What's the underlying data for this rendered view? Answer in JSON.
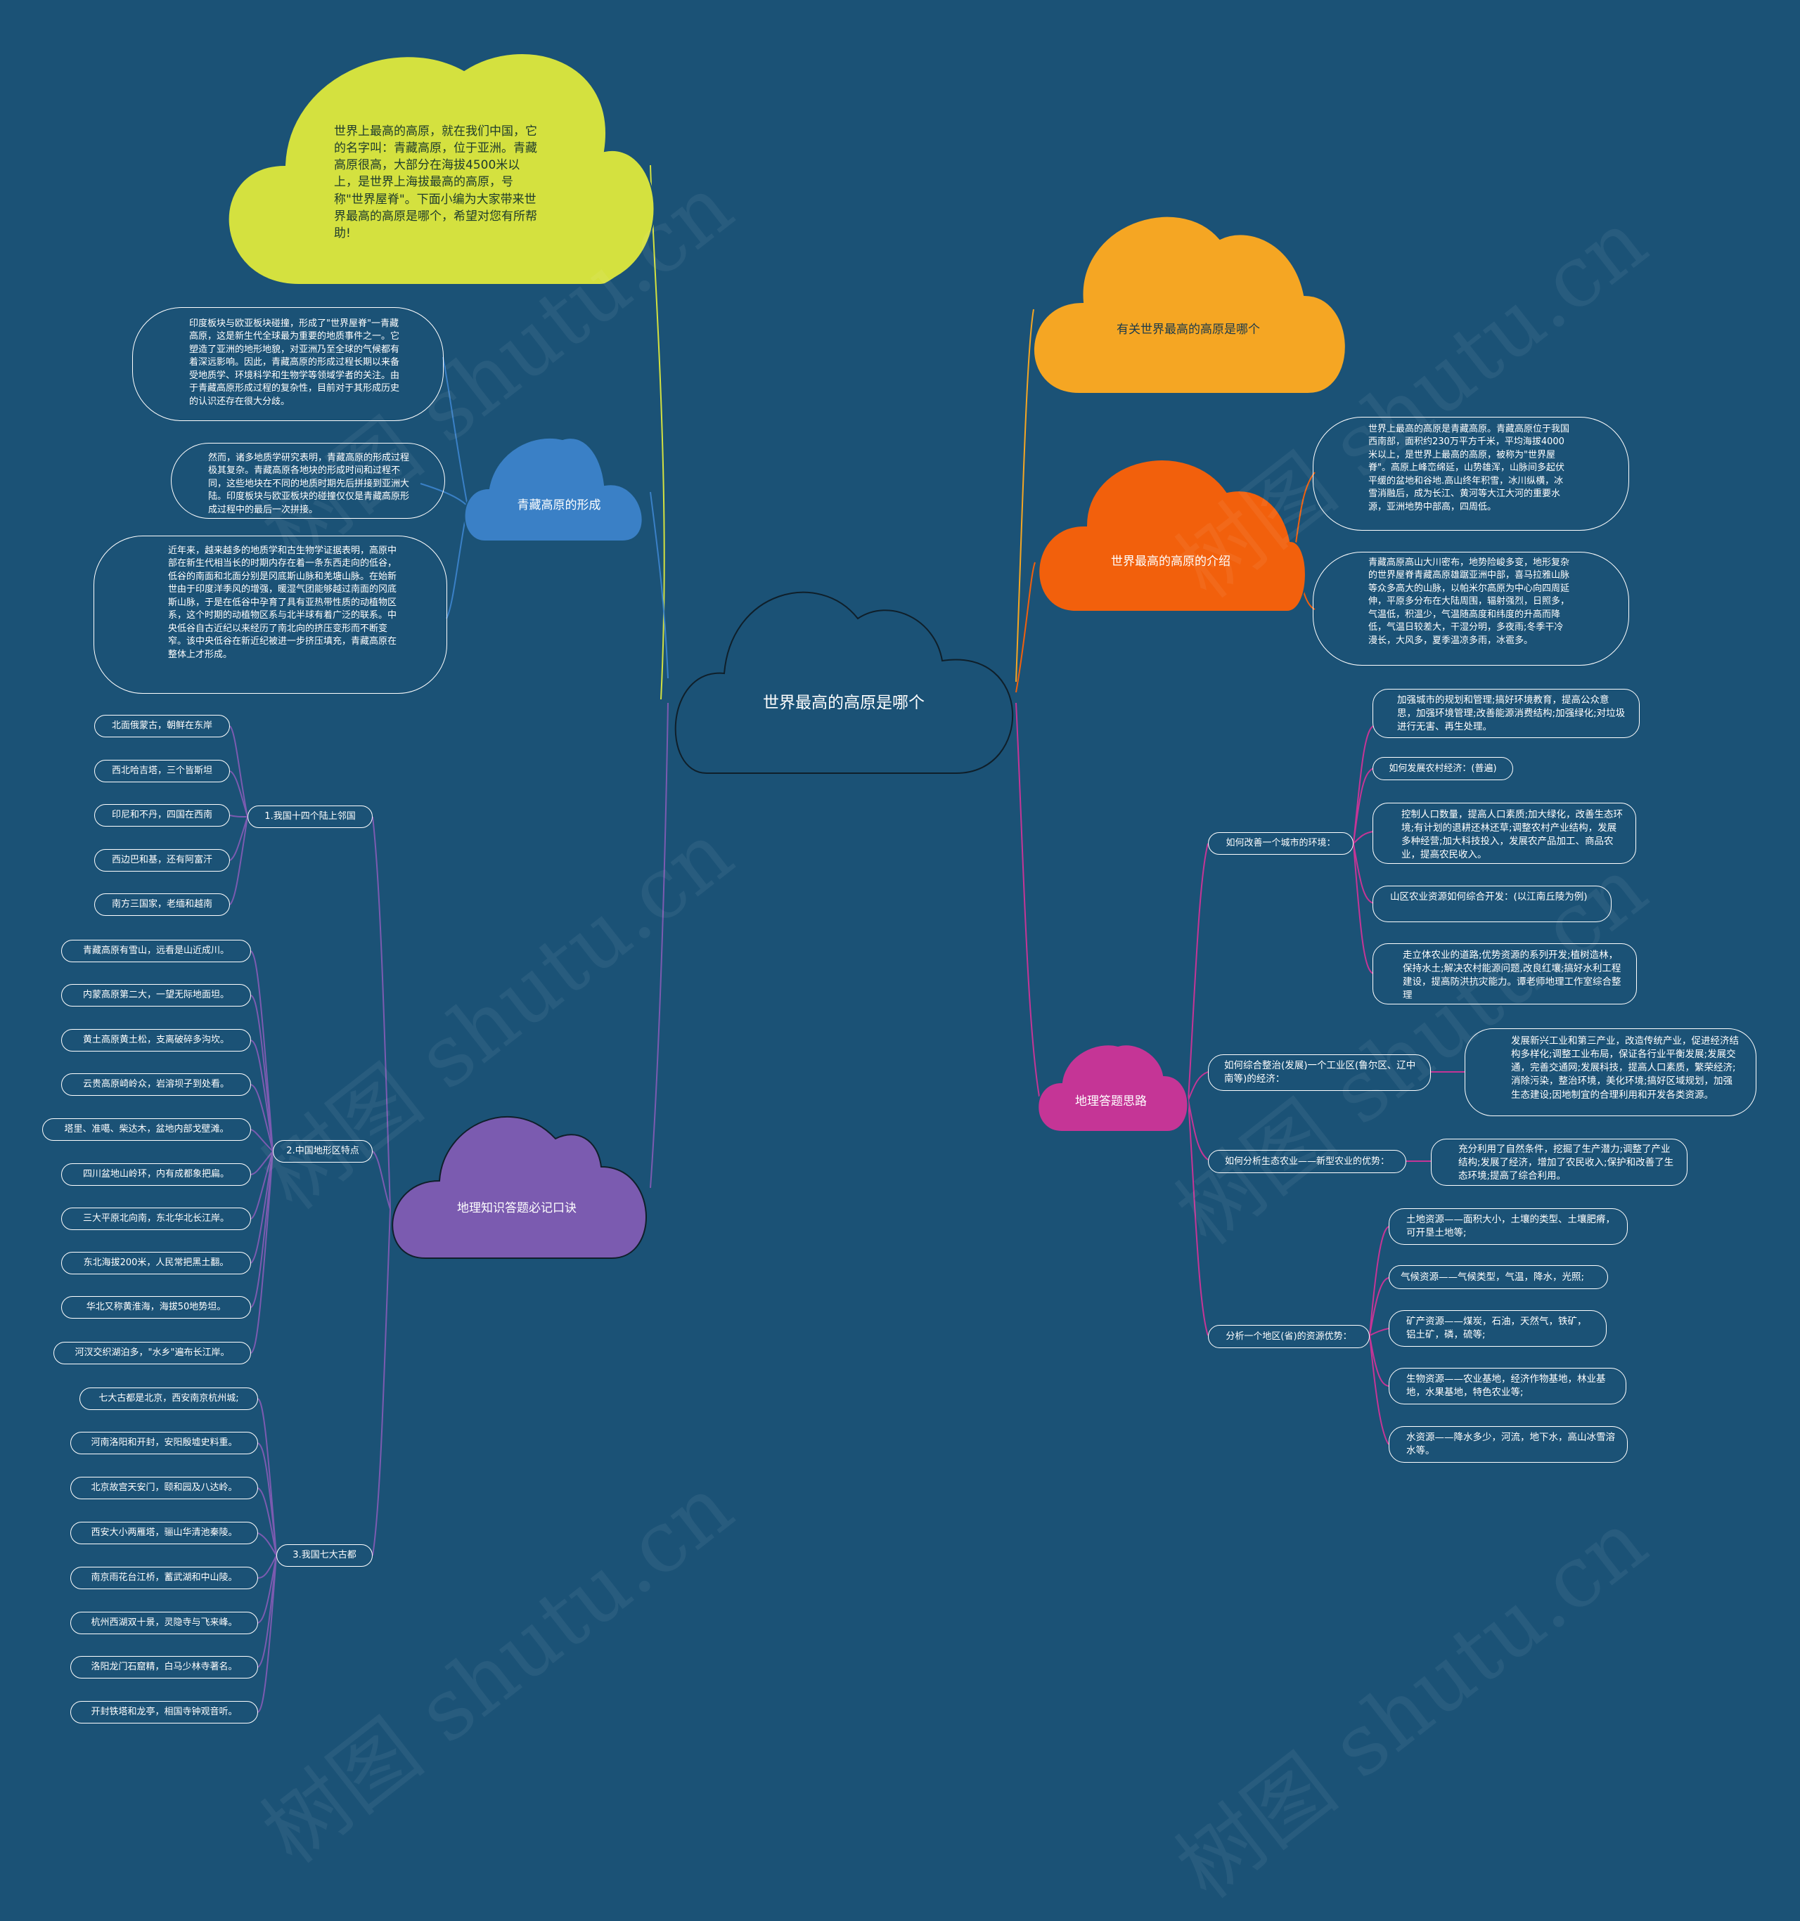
{
  "root": {
    "title": "世界最高的高原是哪个"
  },
  "intro": {
    "text": "世界上最高的高原，就在我们中国，它的名字叫：青藏高原，位于亚洲。青藏高原很高，大部分在海拔4500米以上，是世界上海拔最高的高原，号称\"世界屋脊\"。下面小编为大家带来世界最高的高原是哪个，希望对您有所帮助!"
  },
  "branches": {
    "related": {
      "title": "有关世界最高的高原是哪个"
    },
    "intro_branch": {
      "title": "世界最高的高原的介绍",
      "notes": [
        "世界上最高的高原是青藏高原。青藏高原位于我国西南部，面积约230万平方千米，平均海拔4000米以上，是世界上最高的高原，被称为\"世界屋脊\"。高原上峰峦绵延，山势雄浑，山脉间多起伏平缓的盆地和谷地.高山终年积雪，冰川纵横，冰雪消融后，成为长江、黄河等大江大河的重要水源，亚洲地势中部高，四周低。",
        "青藏高原高山大川密布，地势险峻多变，地形复杂的世界屋脊青藏高原雄踞亚洲中部，喜马拉雅山脉等众多高大的山脉，以帕米尔高原为中心向四周延伸，平原多分布在大陆周围，辐射强烈，日照多，气温低，积温少，气温随高度和纬度的升高而降低，气温日较差大，干湿分明，多夜雨;冬季干冷漫长，大风多，夏季温凉多雨，冰雹多。"
      ]
    },
    "formation": {
      "title": "青藏高原的形成",
      "notes": [
        "印度板块与欧亚板块碰撞，形成了\"世界屋脊\"一青藏高原，这是新生代全球最为重要的地质事件之一。它塑造了亚洲的地形地貌，对亚洲乃至全球的气候都有着深远影响。因此，青藏高原的形成过程长期以来备受地质学、环境科学和生物学等领域学者的关注。由于青藏高原形成过程的复杂性，目前对于其形成历史的认识还存在很大分歧。",
        "然而，诸多地质学研究表明，青藏高原的形成过程极其复杂。青藏高原各地块的形成时间和过程不同，这些地块在不同的地质时期先后拼接到亚洲大陆。印度板块与欧亚板块的碰撞仅仅是青藏高原形成过程中的最后一次拼接。",
        "近年来，越来越多的地质学和古生物学证据表明，高原中部在新生代相当长的时期内存在着一条东西走向的低谷，低谷的南面和北面分别是冈底斯山脉和羌塘山脉。在始新世由于印度洋季风的增强，暖湿气团能够越过南面的冈底斯山脉，于是在低谷中孕育了具有亚热带性质的动植物区系，这个时期的动植物区系与北半球有着广泛的联系。中央低谷自古近纪以来经历了南北向的挤压变形而不断变窄。该中央低谷在新近纪被进一步挤压填充，青藏高原在整体上才形成。"
      ]
    },
    "geo_tips": {
      "title": "地理答题思路",
      "groups": [
        {
          "label": "如何改善一个城市的环境：",
          "items": [
            "加强城市的规划和管理;搞好环境教育，提高公众意思，加强环境管理;改善能源消费结构;加强绿化;对垃圾进行无害、再生处理。",
            "如何发展农村经济：(普遍)",
            "控制人口数量，提高人口素质;加大绿化，改善生态环境;有计划的退耕还林还草;调整农村产业结构，发展多种经营;加大科技投入，发展农产品加工、商品农业，提高农民收入。",
            "山区农业资源如何综合开发：(以江南丘陵为例)",
            "走立体农业的道路;优势资源的系列开发;植树造林，保持水土;解决农村能源问题,改良红壤;搞好水利工程建设，提高防洪抗灾能力。谭老师地理工作室综合整理"
          ]
        },
        {
          "label": "如何综合整治(发展)一个工业区(鲁尔区、辽中南等)的经济：",
          "items": [
            "发展新兴工业和第三产业，改造传统产业，促进经济结构多样化;调整工业布局，保证各行业平衡发展;发展交通，完善交通网;发展科技，提高人口素质，繁荣经济;消除污染，整治环境，美化环境;搞好区域规划，加强生态建设;因地制宜的合理利用和开发各类资源。"
          ]
        },
        {
          "label": "如何分析生态农业——新型农业的优势：",
          "items": [
            "充分利用了自然条件，挖掘了生产潜力;调整了产业结构;发展了经济，增加了农民收入;保护和改善了生态环境;提高了综合利用。"
          ]
        },
        {
          "label": "分析一个地区(省)的资源优势：",
          "items": [
            "土地资源——面积大小，土壤的类型、土壤肥瘠，可开垦土地等;",
            "气候资源——气候类型，气温，降水，光照;",
            "矿产资源——煤炭，石油，天然气，铁矿，铝土矿，磷，硫等;",
            "生物资源——农业基地，经济作物基地，林业基地，水果基地，特色农业等;",
            "水资源——降水多少，河流，地下水，高山冰雪溶水等。"
          ]
        }
      ]
    },
    "mnemonics": {
      "title": "地理知识答题必记口诀",
      "groups": [
        {
          "label": "1.我国十四个陆上邻国",
          "items": [
            "北面俄蒙古，朝鲜在东岸",
            "西北哈吉塔，三个皆斯坦",
            "印尼和不丹，四国在西南",
            "西边巴和基，还有阿富汗",
            "南方三国家，老缅和越南"
          ]
        },
        {
          "label": "2.中国地形区特点",
          "items": [
            "青藏高原有雪山，远看是山近成川。",
            "内蒙高原第二大，一望无际地面坦。",
            "黄土高原黄土松，支离破碎多沟坎。",
            "云贵高原崎岭众，岩溶坝子到处看。",
            "塔里、准噶、柴达木，盆地内部戈壁滩。",
            "四川盆地山岭环，内有成都象把扁。",
            "三大平原北向南，东北华北长江岸。",
            "东北海拔200米，人民常把黑土翻。",
            "华北又称黄淮海，海拔50地势坦。",
            "河汊交织湖泊多，\"水乡\"遍布长江岸。"
          ]
        },
        {
          "label": "3.我国七大古都",
          "items": [
            "七大古都是北京，西安南京杭州城;",
            "河南洛阳和开封，安阳殷墟史料重。",
            "北京故宫天安门，颐和园及八达岭。",
            "西安大小两雁塔，骊山华清池秦陵。",
            "南京雨花台江桥，蓄武湖和中山陵。",
            "杭州西湖双十景，灵隐寺与飞来峰。",
            "洛阳龙门石窟精，白马少林寺著名。",
            "开封铁塔和龙亭，相国寺钟观音听。"
          ]
        }
      ]
    }
  },
  "watermark": "树图 shutu.cn",
  "colors": {
    "background": "#1b5276",
    "intro_cloud": "#d4e13f",
    "related_cloud": "#f5a623",
    "intro_branch_cloud": "#f2600c",
    "formation_cloud": "#3a80c6",
    "geo_tips_cloud": "#c53596",
    "mnemonics_cloud": "#7b5bb0",
    "formation_line": "#3a80c6",
    "intro_branch_line": "#f2600c",
    "geo_tips_line": "#c53596",
    "mnemonics_line": "#7b5bb0"
  }
}
